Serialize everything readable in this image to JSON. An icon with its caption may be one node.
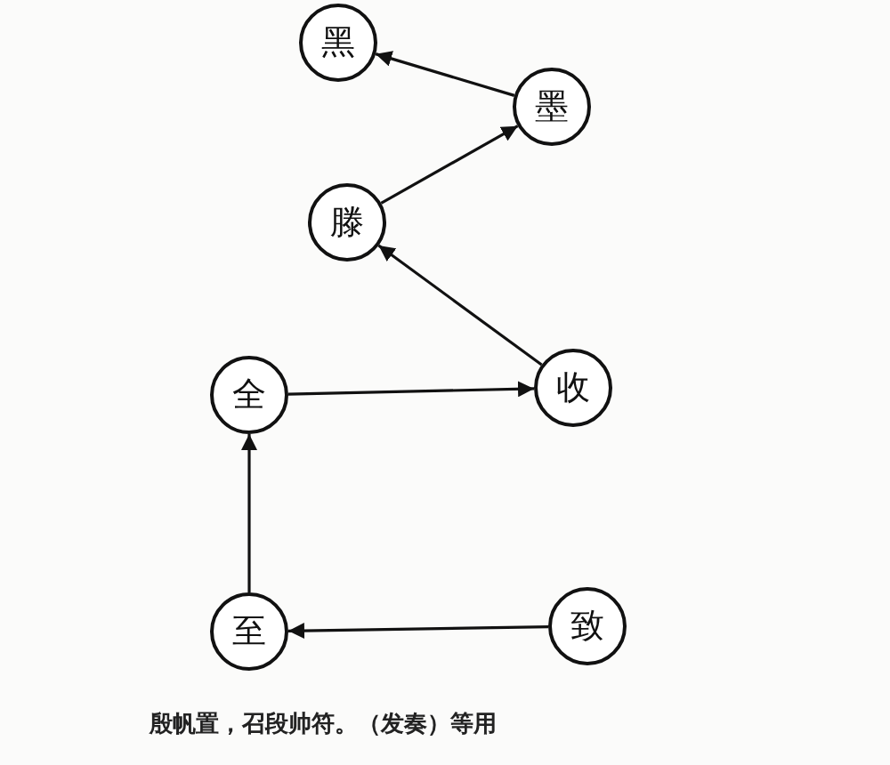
{
  "diagram": {
    "nodes": [
      {
        "text": [
          "黑"
        ]
      },
      {
        "text": [
          "墨"
        ]
      },
      {
        "text": [
          "滕"
        ]
      },
      {
        "text": [
          "全"
        ]
      },
      {
        "text": [
          "收"
        ]
      },
      {
        "text": [
          "至"
        ]
      },
      {
        "text": [
          "致"
        ]
      }
    ],
    "edges": [
      {
        "from": 1,
        "to": 0,
        "arrow": "to"
      },
      {
        "from": 2,
        "to": 1,
        "arrow": "to"
      },
      {
        "from": 4,
        "to": 2,
        "arrow": "to"
      },
      {
        "from": 3,
        "to": 4,
        "arrow": "to"
      },
      {
        "from": 5,
        "to": 3,
        "arrow": "to"
      },
      {
        "from": 6,
        "to": 5,
        "arrow": "to"
      }
    ],
    "labels": [
      "殷帆置，召段帅符。（发奏）等用"
    ]
  }
}
